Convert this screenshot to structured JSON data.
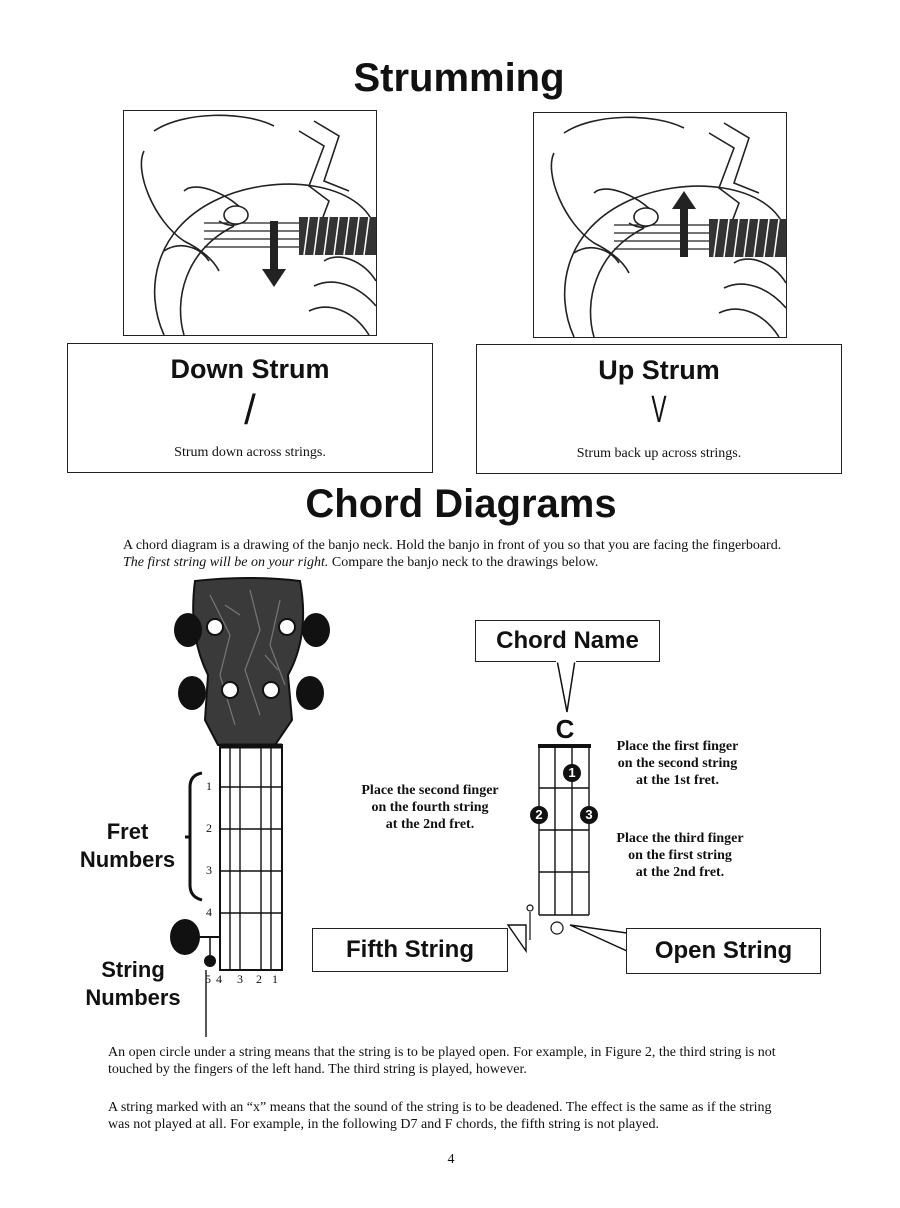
{
  "strumming": {
    "title": "Strumming",
    "down": {
      "label": "Down Strum",
      "symbol": "/",
      "caption": "Strum down across strings."
    },
    "up": {
      "label": "Up Strum",
      "symbol": "V",
      "caption": "Strum back up across strings."
    }
  },
  "chord_section": {
    "title": "Chord Diagrams",
    "intro_part1": "A chord diagram is a drawing of the banjo neck. Hold the banjo in front of you so that you are facing the fingerboard.",
    "intro_italic": "The first string will be on your right.",
    "intro_part2": "Compare the banjo neck to the drawings below."
  },
  "neck_diagram": {
    "fret_label_line1": "Fret",
    "fret_label_line2": "Numbers",
    "string_label_line1": "String",
    "string_label_line2": "Numbers",
    "fret_numbers": [
      "1",
      "2",
      "3",
      "4"
    ],
    "string_numbers": [
      "5",
      "4",
      "3",
      "2",
      "1"
    ]
  },
  "chord_diagram": {
    "chord_name_label": "Chord Name",
    "chord_name": "C",
    "note_first_finger": [
      "Place the first finger",
      "on the second string",
      "at the 1st fret."
    ],
    "note_second_finger": [
      "Place the second finger",
      "on the fourth string",
      "at the 2nd fret."
    ],
    "note_third_finger": [
      "Place the third finger",
      "on the first string",
      "at the 2nd fret."
    ],
    "finger_numbers": [
      "1",
      "2",
      "3"
    ],
    "fifth_string_label": "Fifth String",
    "open_string_label": "Open String"
  },
  "footer": {
    "para1": "An open circle under a string means that the string is to be played open. For example, in Figure 2, the third string is not touched by the fingers of the left hand. The third string is played, however.",
    "para2": "A string marked with an “x” means that the sound of the string is to be deadened. The effect is the same as if the string was not played at all. For example, in the following D7 and F chords, the fifth string is not played.",
    "page_number": "4"
  }
}
